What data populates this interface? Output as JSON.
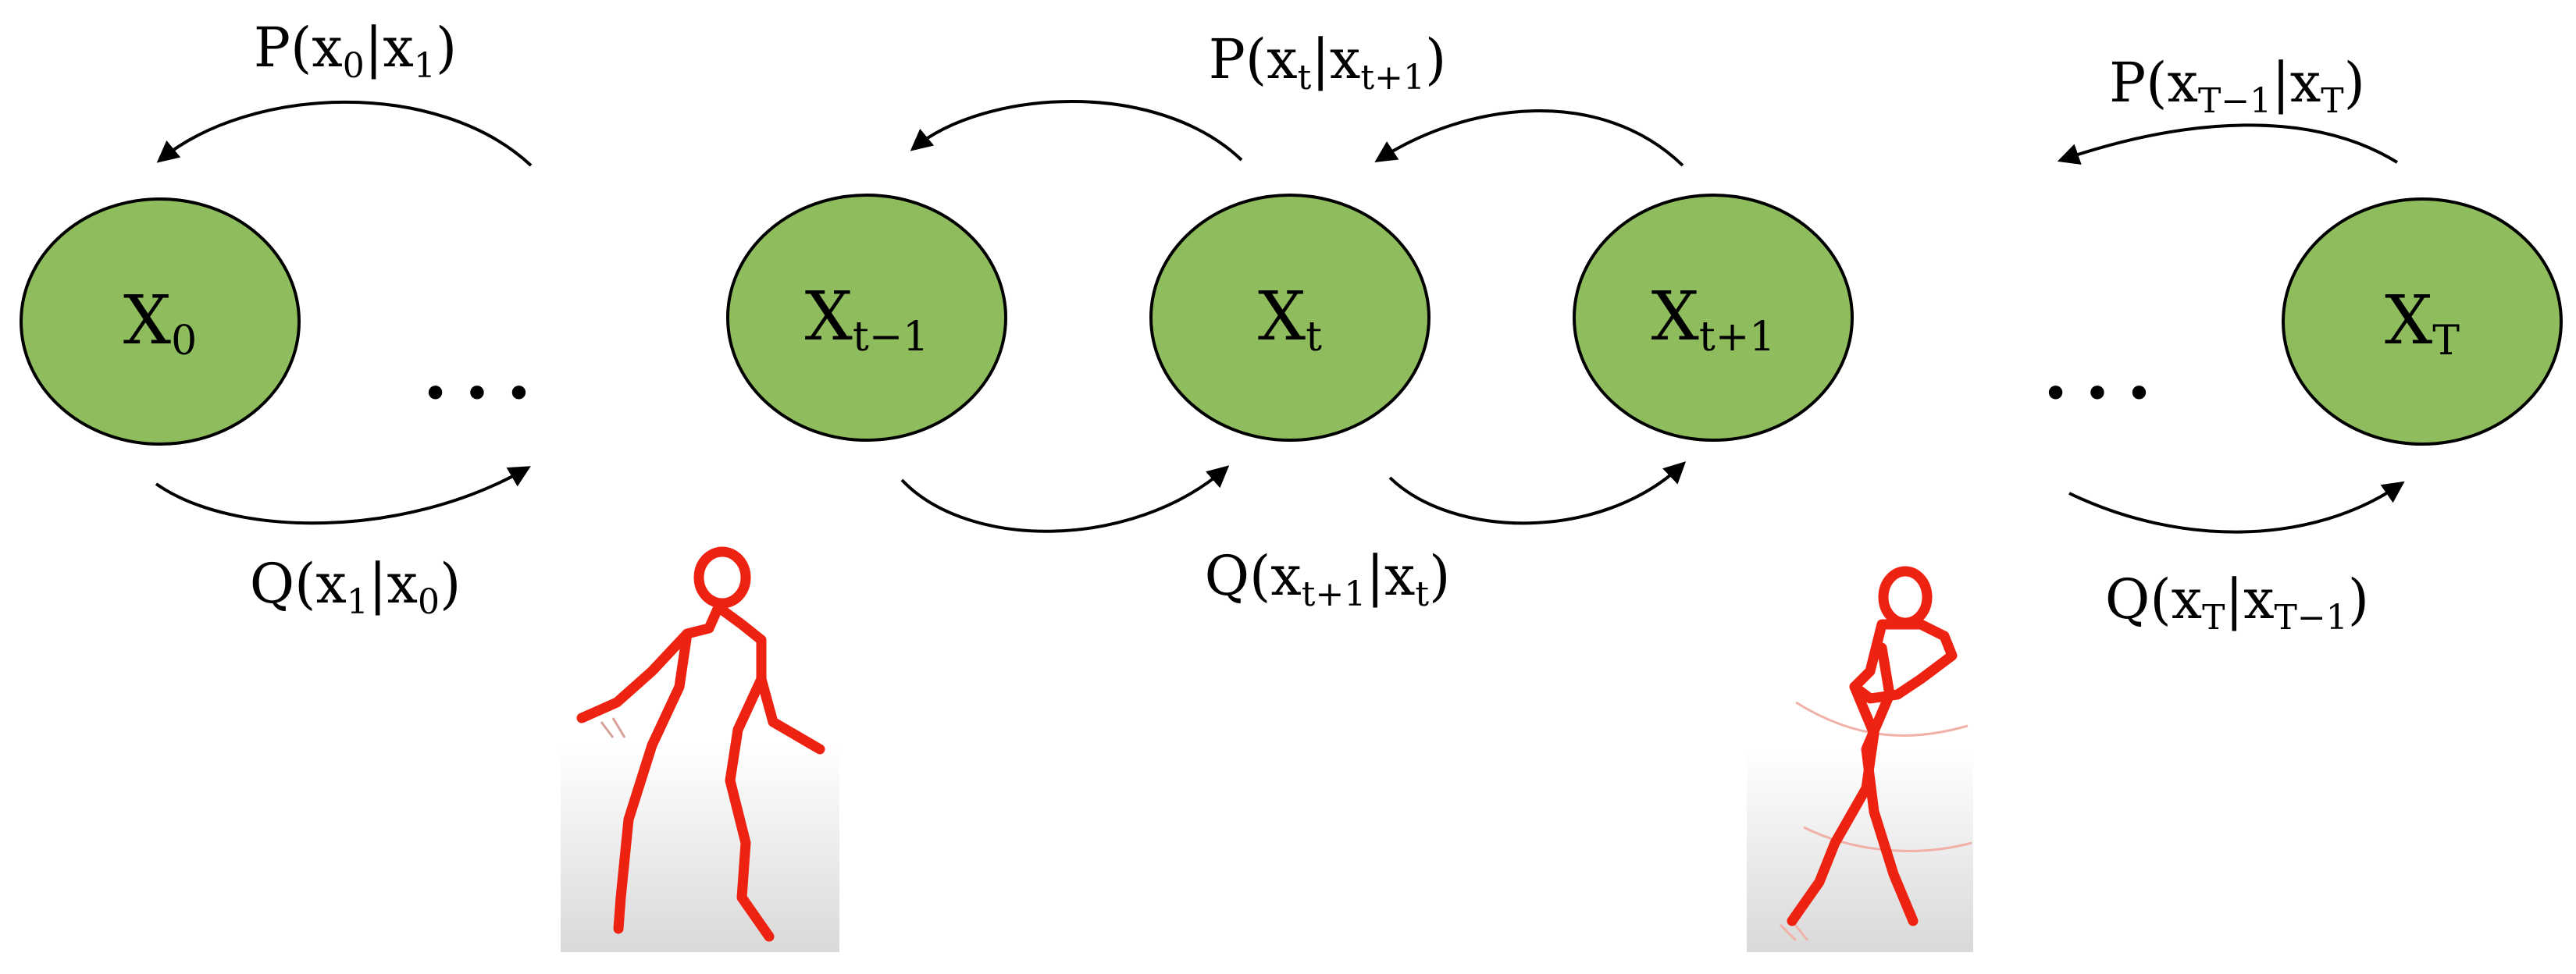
{
  "nodes": [
    {
      "id": "x0",
      "base": "X",
      "sub": "0"
    },
    {
      "id": "xtm1",
      "base": "X",
      "sub": "t−1"
    },
    {
      "id": "xt",
      "base": "X",
      "sub": "t"
    },
    {
      "id": "xtp1",
      "base": "X",
      "sub": "t+1"
    },
    {
      "id": "xT",
      "base": "X",
      "sub": "T"
    }
  ],
  "ellipsis": "•••",
  "reverse_labels": [
    {
      "fn": "P",
      "a": "x",
      "a_sub": "0",
      "b": "x",
      "b_sub": "1"
    },
    {
      "fn": "P",
      "a": "x",
      "a_sub": "t",
      "b": "x",
      "b_sub": "t+1"
    },
    {
      "fn": "P",
      "a": "x",
      "a_sub": "T−1",
      "b": "x",
      "b_sub": "T"
    }
  ],
  "forward_labels": [
    {
      "fn": "Q",
      "a": "x",
      "a_sub": "1",
      "b": "x",
      "b_sub": "0"
    },
    {
      "fn": "Q",
      "a": "x",
      "a_sub": "t+1",
      "b": "x",
      "b_sub": "t"
    },
    {
      "fn": "Q",
      "a": "x",
      "a_sub": "T",
      "b": "x",
      "b_sub": "T−1"
    }
  ],
  "colors": {
    "node_fill": "#8fbc5c",
    "node_stroke": "#000000",
    "figure_stroke": "#ee2211",
    "arrow": "#000000"
  },
  "icons": [
    "stick-figure-dancer-icon",
    "stick-figure-dancer-crossed-icon"
  ]
}
